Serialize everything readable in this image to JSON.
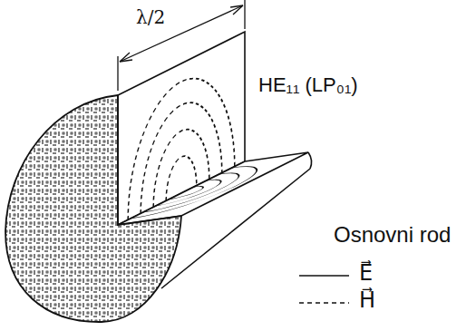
{
  "diagram": {
    "labels": [
      "λ/2",
      "HE₁₁ (LP₀₁)",
      "Osnovni rod"
    ],
    "legend": [
      {
        "text": "E⃗"
      },
      {
        "text": "H⃗"
      }
    ]
  }
}
